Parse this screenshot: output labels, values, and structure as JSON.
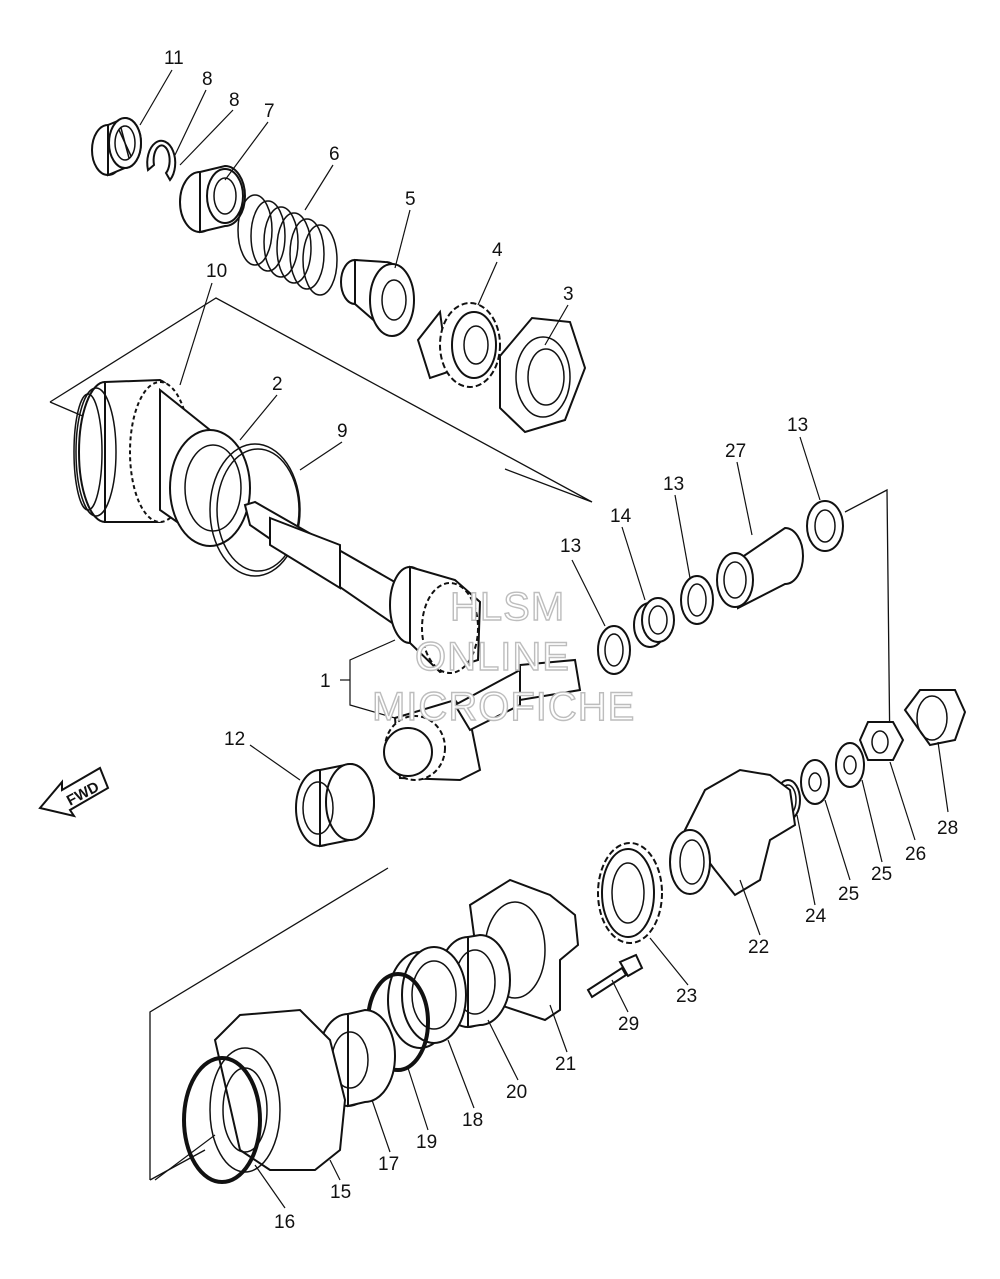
{
  "callouts": {
    "c1": "1",
    "c2": "2",
    "c3": "3",
    "c4": "4",
    "c5": "5",
    "c6": "6",
    "c7": "7",
    "c8a": "8",
    "c8b": "8",
    "c9": "9",
    "c10": "10",
    "c11": "11",
    "c12": "12",
    "c13a": "13",
    "c13b": "13",
    "c13c": "13",
    "c14": "14",
    "c15": "15",
    "c16": "16",
    "c17": "17",
    "c18": "18",
    "c19": "19",
    "c20": "20",
    "c21": "21",
    "c22": "22",
    "c23": "23",
    "c24": "24",
    "c25a": "25",
    "c25b": "25",
    "c26": "26",
    "c27": "27",
    "c28": "28",
    "c29": "29"
  },
  "fwd_label": "FWD",
  "watermark": {
    "line1": "HLSM",
    "line2": "ONLINE",
    "line3": "MICROFICHE"
  }
}
